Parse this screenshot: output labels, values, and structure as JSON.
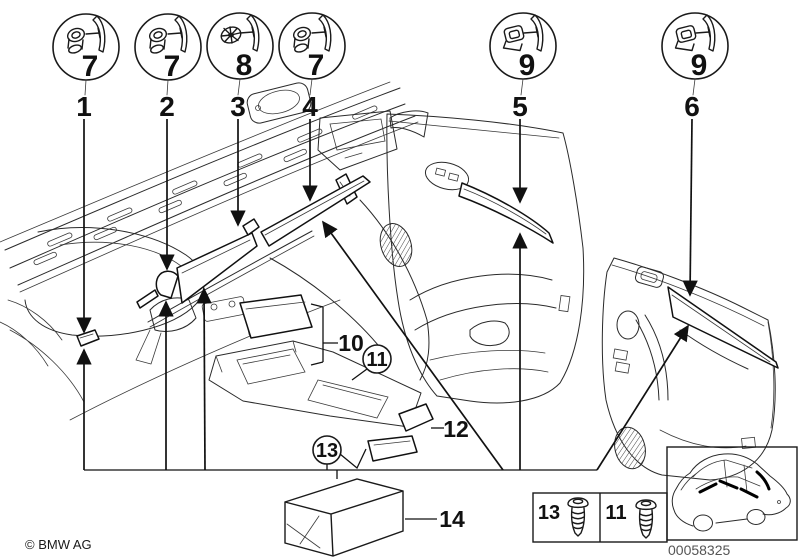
{
  "diagram_kind": "bmw-interior-trim-parts-diagram",
  "top_fasteners": [
    {
      "clip_label": "7",
      "item_label": "1",
      "clip_icon": "push-rivet-icon"
    },
    {
      "clip_label": "7",
      "item_label": "2",
      "clip_icon": "push-rivet-icon"
    },
    {
      "clip_label": "8",
      "item_label": "3",
      "clip_icon": "grommet-icon"
    },
    {
      "clip_label": "7",
      "item_label": "4",
      "clip_icon": "push-rivet-icon"
    },
    {
      "clip_label": "9",
      "item_label": "5",
      "clip_icon": "square-clip-icon"
    },
    {
      "clip_label": "9",
      "item_label": "6",
      "clip_icon": "square-clip-icon"
    }
  ],
  "console_callouts": {
    "bracket_label": "10",
    "screw_circle_label": "11",
    "strip_label": "12",
    "clip_circle_label": "13",
    "kit_label": "14"
  },
  "legend": {
    "cells": [
      {
        "label": "13",
        "icon": "screw-icon"
      },
      {
        "label": "11",
        "icon": "screw-icon"
      }
    ]
  },
  "inset": {
    "icon": "car-three-quarter-view-icon"
  },
  "footer": {
    "copyright": "© BMW AG",
    "drawing_number": "00058325"
  }
}
